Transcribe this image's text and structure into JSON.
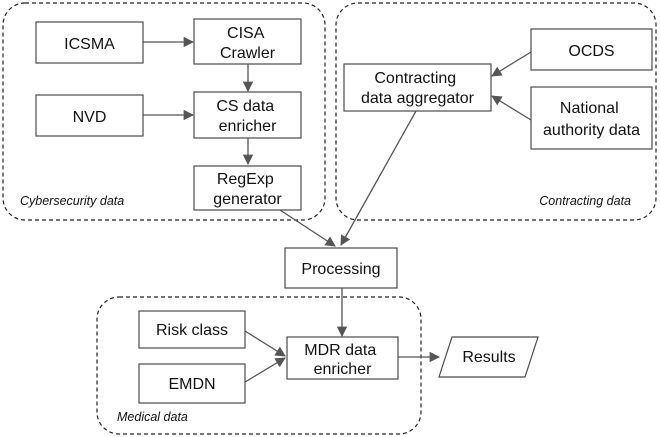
{
  "groups": {
    "cybersecurity": "Cybersecurity data",
    "contracting": "Contracting data",
    "medical": "Medical data"
  },
  "nodes": {
    "icsma": [
      "ICSMA"
    ],
    "cisa_crawler": [
      "CISA",
      "Crawler"
    ],
    "nvd": [
      "NVD"
    ],
    "cs_data_enricher": [
      "CS data",
      "enricher"
    ],
    "regexp_generator": [
      "RegExp",
      "generator"
    ],
    "ocds": [
      "OCDS"
    ],
    "contracting_aggregator": [
      "Contracting",
      "data aggregator"
    ],
    "national_authority": [
      "National",
      "authority data"
    ],
    "processing": [
      "Processing"
    ],
    "risk_class": [
      "Risk class"
    ],
    "emdn": [
      "EMDN"
    ],
    "mdr_data_enricher": [
      "MDR data",
      "enricher"
    ],
    "results": [
      "Results"
    ]
  }
}
